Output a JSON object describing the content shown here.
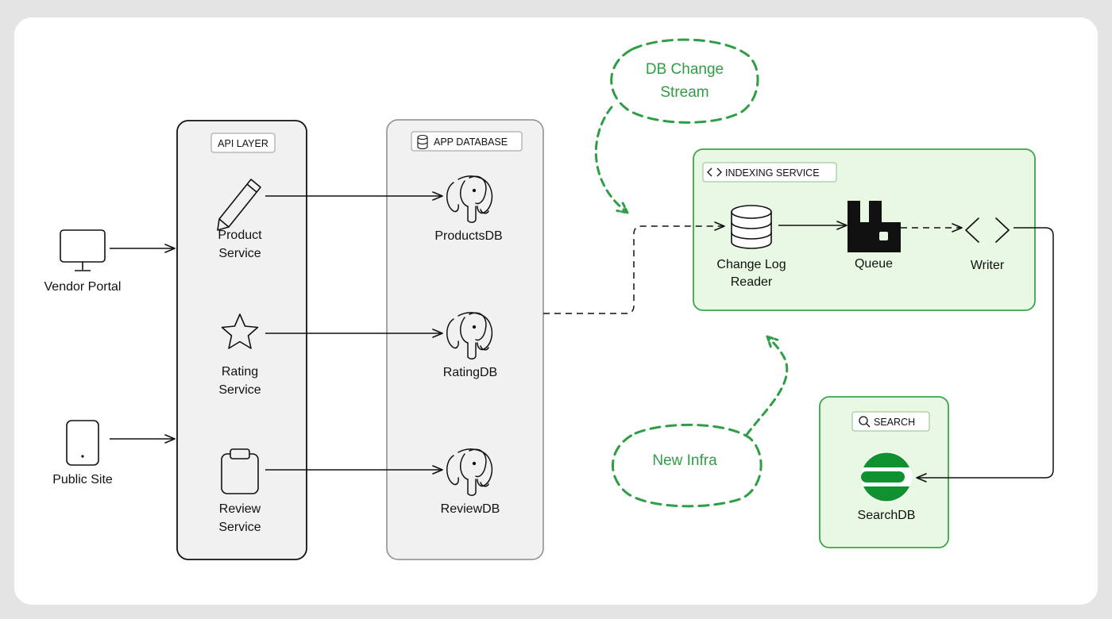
{
  "clients": {
    "vendor_portal": "Vendor Portal",
    "public_site": "Public Site"
  },
  "api_layer": {
    "title": "API LAYER",
    "services": {
      "product": [
        "Product",
        "Service"
      ],
      "rating": [
        "Rating",
        "Service"
      ],
      "review": [
        "Review",
        "Service"
      ]
    }
  },
  "app_database": {
    "title": "APP DATABASE",
    "dbs": {
      "products": "ProductsDB",
      "rating": "RatingDB",
      "review": "ReviewDB"
    }
  },
  "indexing_service": {
    "title": "INDEXING SERVICE",
    "change_log_reader": [
      "Change Log",
      "Reader"
    ],
    "queue": "Queue",
    "writer": "Writer"
  },
  "search": {
    "title": "SEARCH",
    "db": "SearchDB"
  },
  "callouts": {
    "db_change_stream": [
      "DB Change",
      "Stream"
    ],
    "new_infra": "New Infra"
  },
  "colors": {
    "green": "#2e9e45",
    "green_fill": "#e8f8e3",
    "green_border": "#3aa54a",
    "gray_fill": "#f1f1f1",
    "ink": "#111111"
  }
}
